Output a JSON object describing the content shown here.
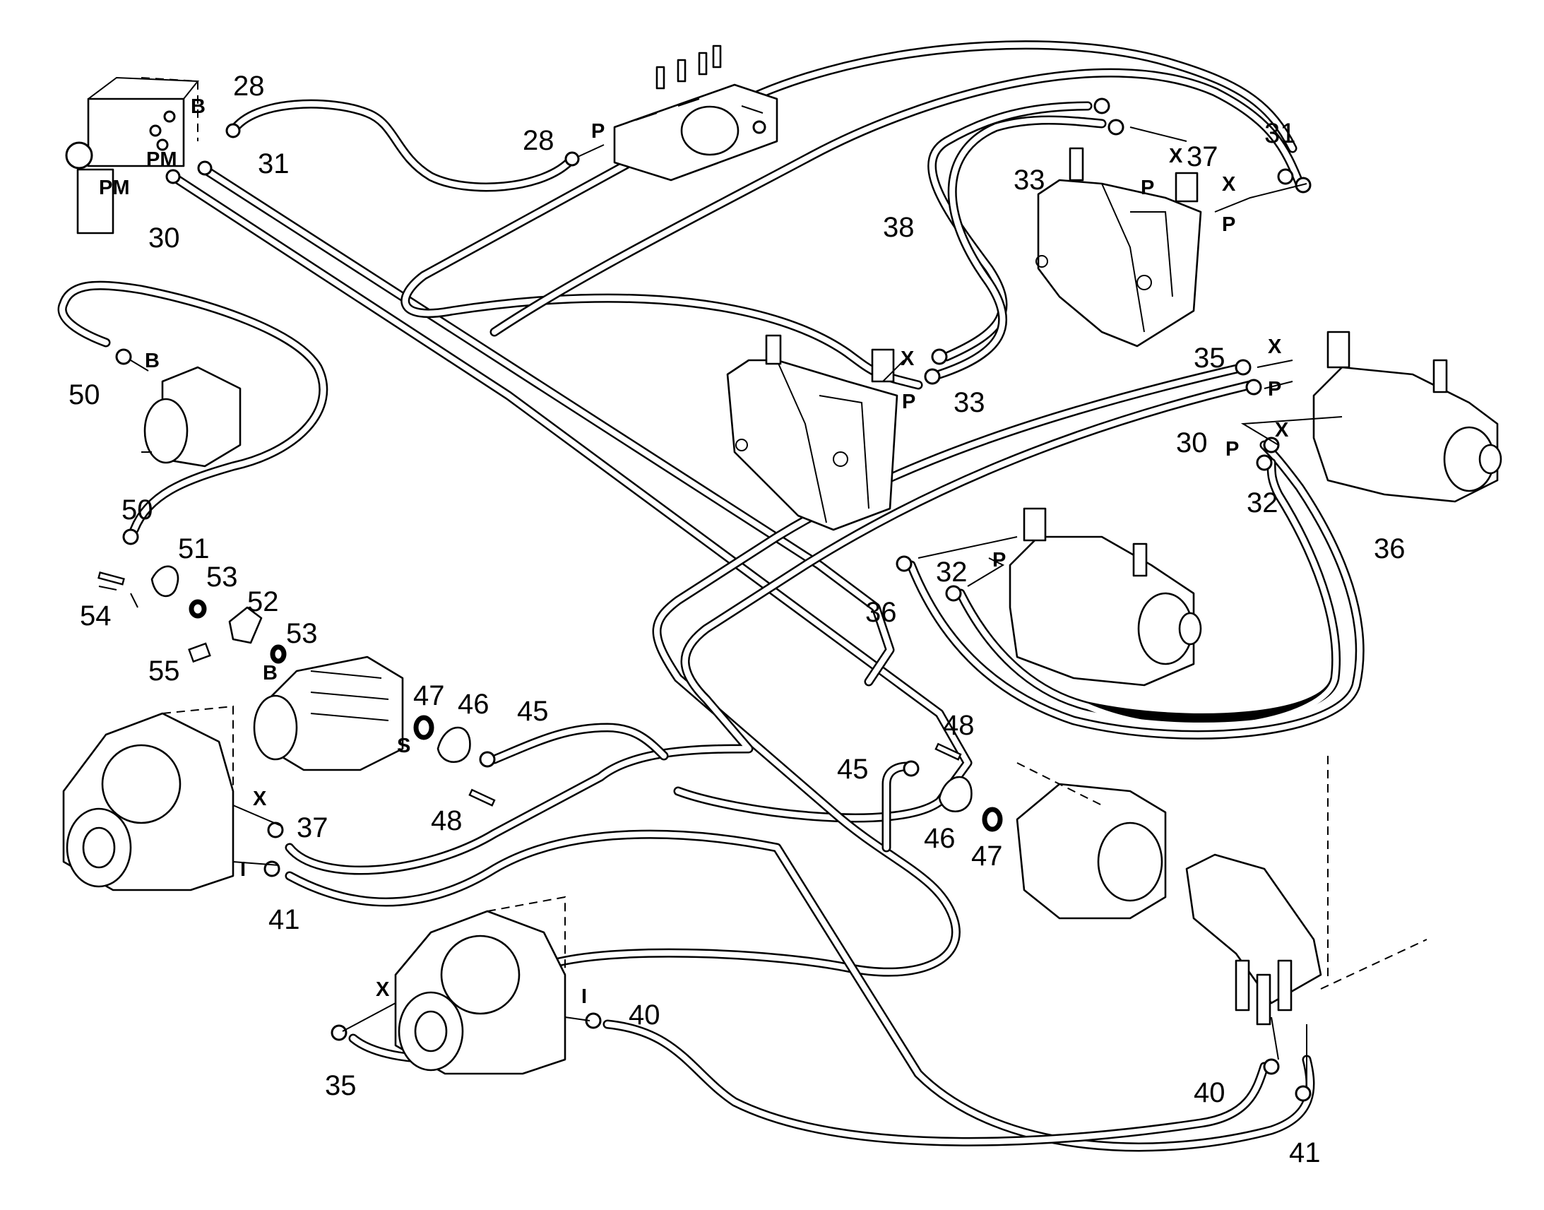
{
  "callouts": {
    "c28a": "28",
    "c28b": "28",
    "c31a": "31",
    "c30a": "30",
    "c31b": "31",
    "c37a": "37",
    "c33a": "33",
    "c38": "38",
    "c33b": "33",
    "c35a": "35",
    "c30b": "30",
    "c32a": "32",
    "c36a": "36",
    "c36b": "36",
    "c32b": "32",
    "c50a": "50",
    "c50b": "50",
    "c51": "51",
    "c53a": "53",
    "c52": "52",
    "c54": "54",
    "c55": "55",
    "c53b": "53",
    "c47a": "47",
    "c46a": "46",
    "c45a": "45",
    "c48a": "48",
    "c48b": "48",
    "c45b": "45",
    "c46b": "46",
    "c47b": "47",
    "c37b": "37",
    "c41a": "41",
    "c40a": "40",
    "c35b": "35",
    "c40b": "40",
    "c41b": "41"
  },
  "ports": {
    "p_b1": "B",
    "p_pm1": "PM",
    "p_pm2": "PM",
    "p_p1": "P",
    "p_x1": "X",
    "p_x2": "X",
    "p_p2": "P",
    "p_p3": "P",
    "p_x3": "X",
    "p_p4": "P",
    "p_x4": "X",
    "p_p5": "P",
    "p_x5": "X",
    "p_p6": "P",
    "p_p7": "P",
    "p_b2": "B",
    "p_b3": "B",
    "p_s": "S",
    "p_x6": "X",
    "p_i1": "I",
    "p_x7": "X",
    "p_i2": "I"
  }
}
